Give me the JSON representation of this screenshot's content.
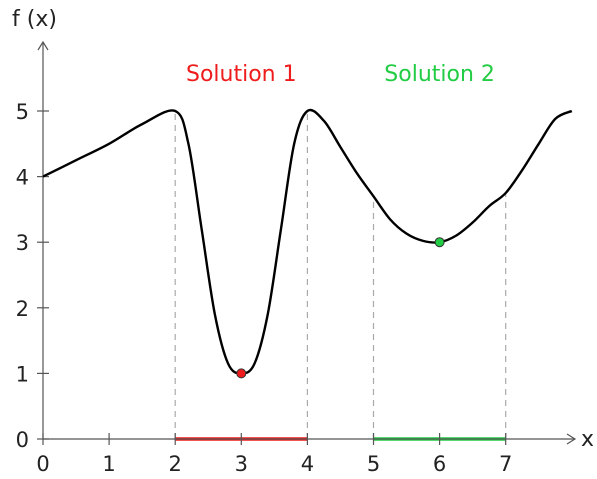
{
  "chart_data": {
    "type": "line",
    "xlabel": "x",
    "ylabel": "f (x)",
    "xlim": [
      0,
      8
    ],
    "ylim": [
      0,
      6
    ],
    "x_ticks": [
      "0",
      "1",
      "2",
      "3",
      "4",
      "5",
      "6",
      "7"
    ],
    "y_ticks": [
      "0",
      "1",
      "2",
      "3",
      "4",
      "5"
    ],
    "grid": false,
    "series": [
      {
        "x": [
          0,
          0.5,
          1,
          1.5,
          2,
          2.2,
          2.4,
          2.6,
          2.8,
          3,
          3.2,
          3.4,
          3.6,
          3.8,
          4,
          4.25,
          4.5,
          4.75,
          5,
          5.25,
          5.5,
          5.75,
          6,
          6.25,
          6.5,
          6.75,
          7,
          7.25,
          7.5,
          7.75,
          8
        ],
        "y": [
          4,
          4.25,
          4.5,
          4.8,
          5,
          4.5,
          3.2,
          1.9,
          1.15,
          1,
          1.15,
          1.9,
          3.2,
          4.5,
          5,
          4.85,
          4.45,
          4.05,
          3.7,
          3.35,
          3.13,
          3.02,
          3,
          3.1,
          3.3,
          3.55,
          3.75,
          4.1,
          4.5,
          4.88,
          5
        ],
        "color": "#000000"
      }
    ],
    "guides_x": [
      2,
      4,
      5,
      7
    ],
    "minima": [
      {
        "x": 3,
        "y": 1,
        "color": "#ee1c1c"
      },
      {
        "x": 6,
        "y": 3,
        "color": "#22cc44"
      }
    ],
    "intervals": [
      {
        "from": 2,
        "to": 4,
        "color": "#ee1c1c"
      },
      {
        "from": 5,
        "to": 7,
        "color": "#22cc44"
      }
    ],
    "annotations": [
      {
        "text": "Solution 1",
        "x": 3,
        "y": 5.5,
        "color": "#ee1c1c"
      },
      {
        "text": "Solution 2",
        "x": 6,
        "y": 5.5,
        "color": "#22cc44"
      }
    ]
  }
}
